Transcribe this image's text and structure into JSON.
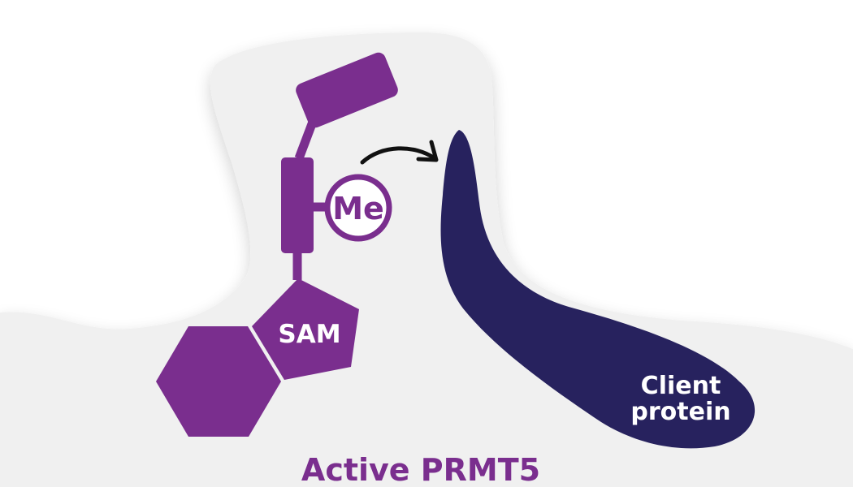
{
  "labels": {
    "sam": "SAM",
    "methyl": "Me",
    "client_line1": "Client",
    "client_line2": "protein",
    "title": "Active PRMT5"
  },
  "colors": {
    "purple": "#7a2e8e",
    "navy": "#27225e",
    "surface": "#f0f0f0",
    "arrow": "#111111",
    "background": "#ffffff"
  }
}
